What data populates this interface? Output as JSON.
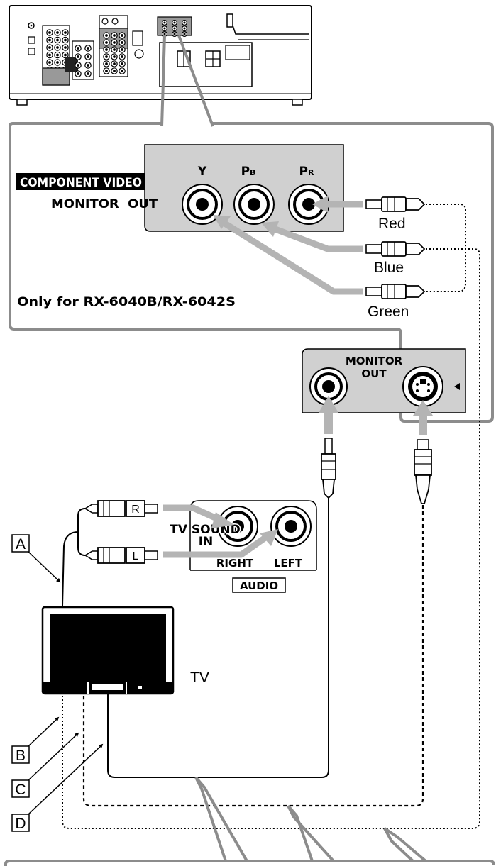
{
  "component_section": {
    "heading": "COMPONENT VIDEO",
    "subheading": "MONITOR  OUT",
    "jack_labels": {
      "y": "Y",
      "pb_main": "P",
      "pb_sub": "B",
      "pr_main": "P",
      "pr_sub": "R"
    },
    "model_note": "Only for RX-6040B/RX-6042S",
    "cable_colors": [
      "Red",
      "Blue",
      "Green"
    ]
  },
  "monitor_out_panel": {
    "label_line1": "MONITOR",
    "label_line2": "OUT"
  },
  "audio_panel": {
    "input_label_line1": "TV SOUND",
    "input_label_line2": "IN",
    "right_label": "RIGHT",
    "left_label": "LEFT",
    "group_label": "AUDIO",
    "plug_r": "R",
    "plug_l": "L"
  },
  "tv": {
    "label": "TV"
  },
  "callouts": [
    "A",
    "B",
    "C",
    "D"
  ],
  "colors": {
    "panel_gray": "#d0d0d0",
    "arrow_gray": "#b4b4b4",
    "outline_gray": "#8c8c8c",
    "screen": "#000000"
  }
}
